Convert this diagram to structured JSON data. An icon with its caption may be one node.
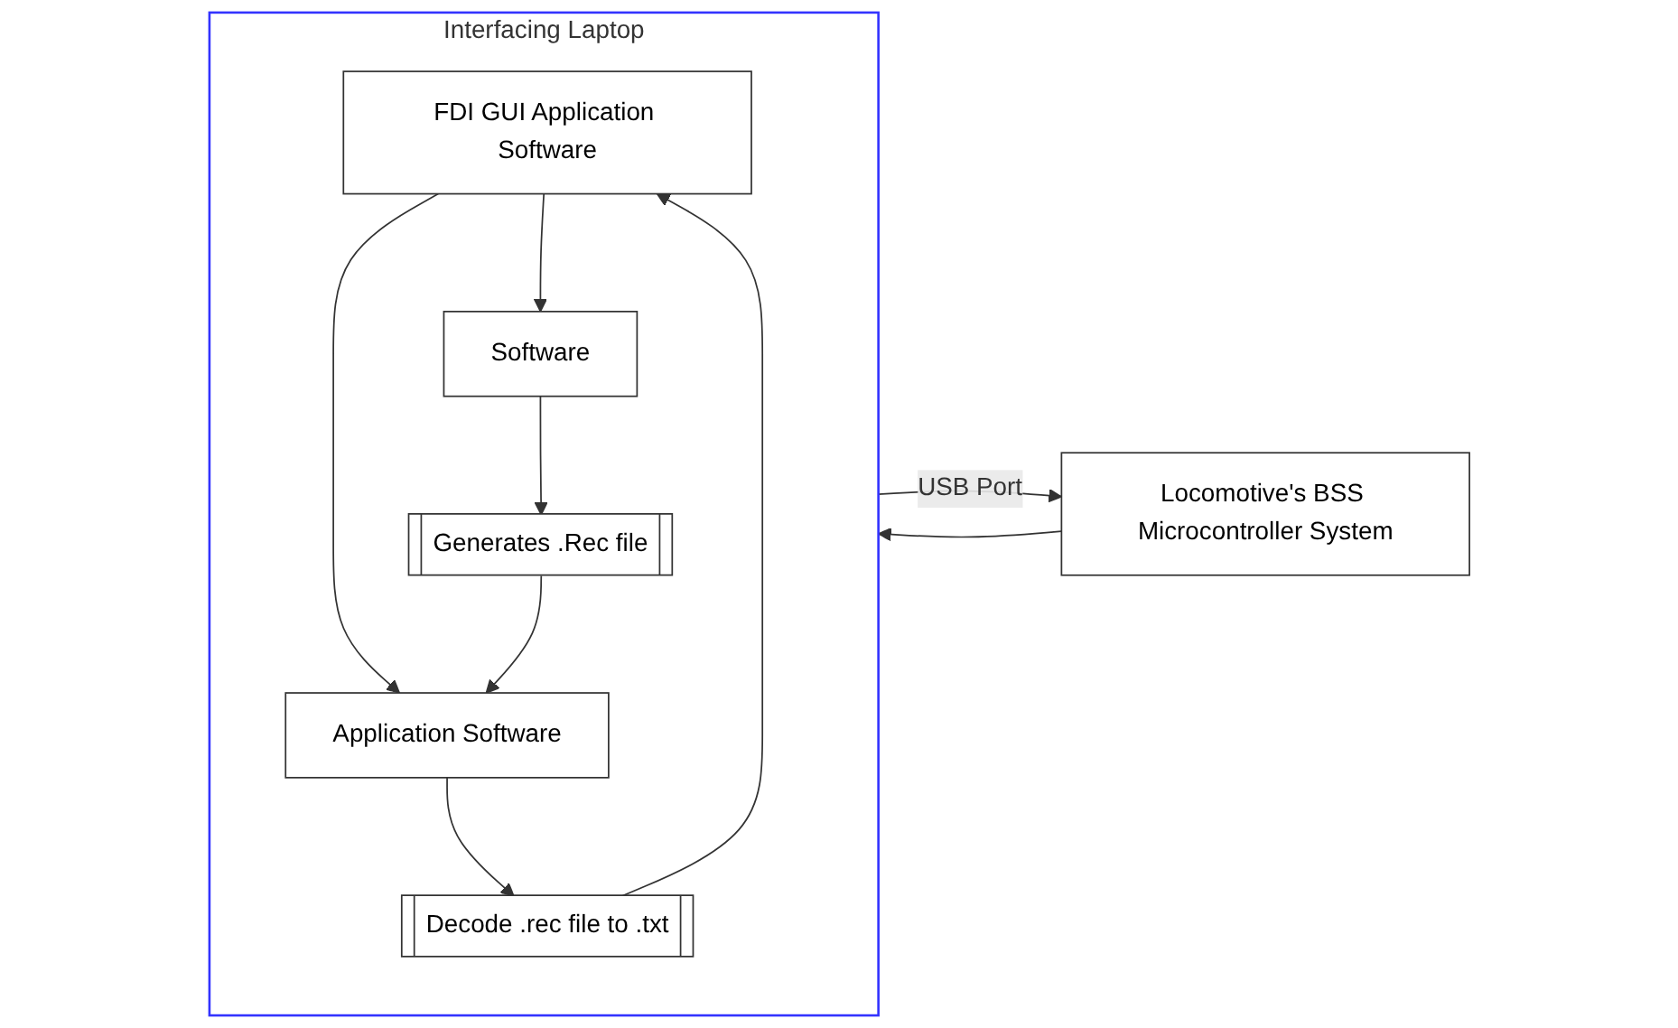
{
  "diagram": {
    "nodes": [
      {
        "text": [
          "Interfacing Laptop"
        ]
      },
      {
        "text": [
          "FDI GUI Application Software"
        ],
        "in": 0
      },
      {
        "text": [
          "Software"
        ],
        "in": 0
      },
      {
        "text": [
          "Application Software"
        ],
        "in": 0
      },
      {
        "text": [
          "Generates .Rec file"
        ],
        "in": 0
      },
      {
        "text": [
          "Decode .rec file to .txt"
        ],
        "in": 0
      },
      {
        "text": [
          "Locomotive's BSS Microcontroller System"
        ]
      }
    ],
    "edges": [
      {
        "from": 1,
        "to": 2,
        "arrow": "to"
      },
      {
        "from": 1,
        "to": 3,
        "arrow": "to"
      },
      {
        "from": 2,
        "to": 4,
        "arrow": "to"
      },
      {
        "from": 4,
        "to": 3,
        "arrow": "to"
      },
      {
        "from": 3,
        "to": 5,
        "arrow": "to"
      },
      {
        "from": 5,
        "to": 1,
        "arrow": "to"
      },
      {
        "from": 0,
        "to": 6,
        "label": "USB Port",
        "arrow": "to"
      },
      {
        "from": 6,
        "to": 0,
        "arrow": "to"
      }
    ]
  }
}
